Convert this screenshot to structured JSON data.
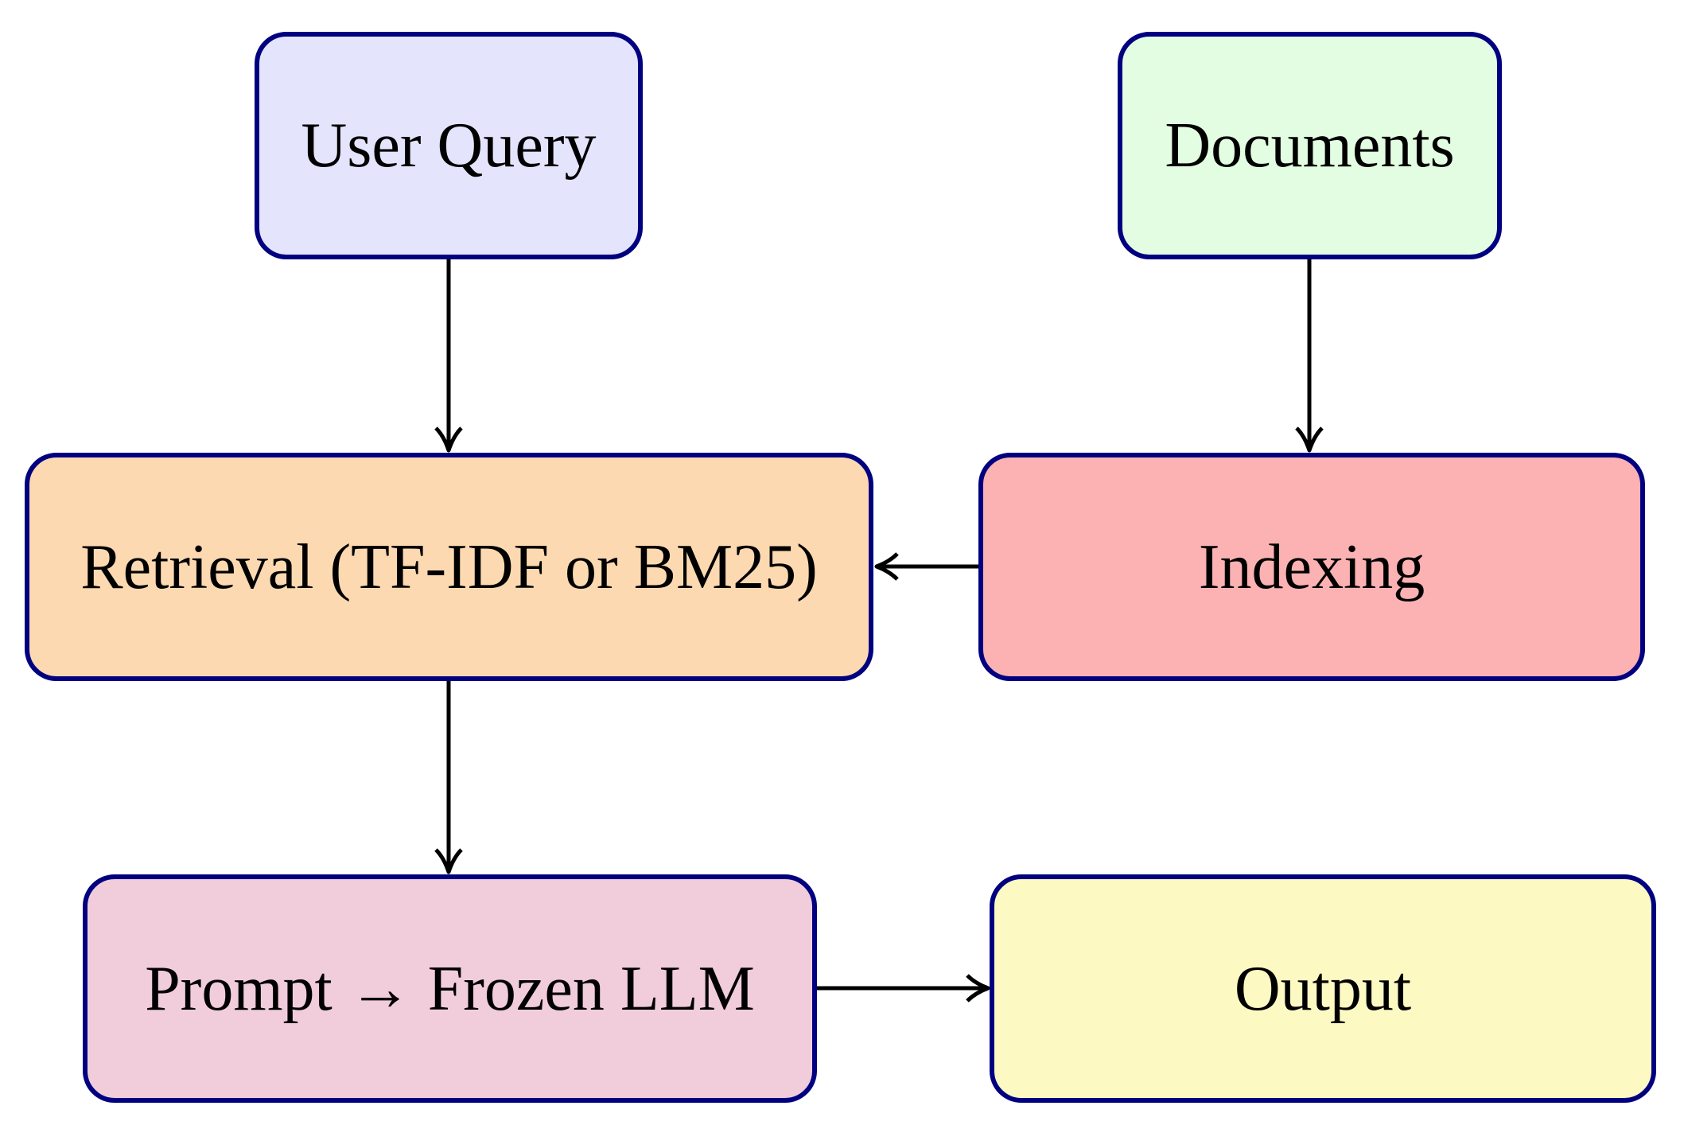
{
  "diagram": {
    "colors": {
      "border": "#000080",
      "edge": "#000000",
      "text": "#000000",
      "user_query_fill": "#e4e4fd",
      "documents_fill": "#e3fde2",
      "retrieval_fill": "#fcd9b1",
      "indexing_fill": "#fcb2b2",
      "prompt_fill": "#f1ccdb",
      "output_fill": "#fdf9c2"
    },
    "nodes": {
      "user_query": {
        "label": "User Query"
      },
      "documents": {
        "label": "Documents"
      },
      "retrieval": {
        "label": "Retrieval (TF-IDF or BM25)"
      },
      "indexing": {
        "label": "Indexing"
      },
      "prompt": {
        "label": "Prompt → Frozen LLM"
      },
      "output": {
        "label": "Output"
      }
    },
    "edges": [
      {
        "from": "user_query",
        "to": "retrieval"
      },
      {
        "from": "documents",
        "to": "indexing"
      },
      {
        "from": "indexing",
        "to": "retrieval"
      },
      {
        "from": "retrieval",
        "to": "prompt"
      },
      {
        "from": "prompt",
        "to": "output"
      }
    ]
  }
}
